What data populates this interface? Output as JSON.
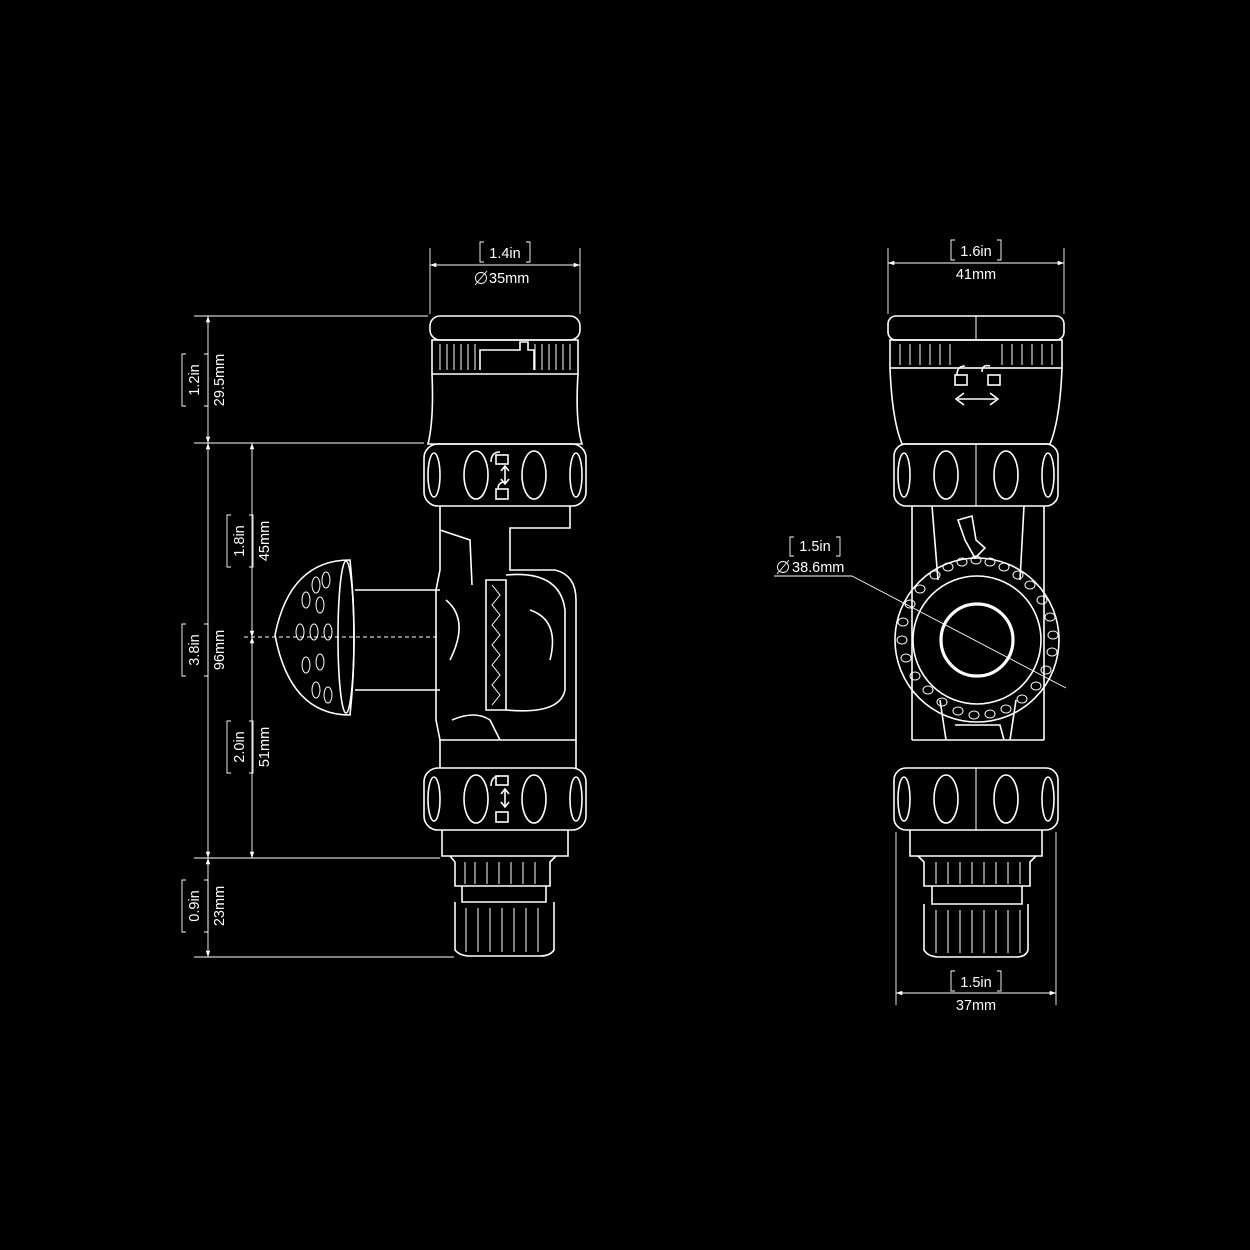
{
  "colors": {
    "background": "#000000",
    "linework": "#ffffff"
  },
  "side_view": {
    "width_in": "1.4in",
    "width_mm": "35mm",
    "top_height_in": "1.2in",
    "top_height_mm": "29.5mm",
    "total_height_in": "3.8in",
    "total_height_mm": "96mm",
    "upper_height_in": "1.8in",
    "upper_height_mm": "45mm",
    "lower_height_in": "2.0in",
    "lower_height_mm": "51mm",
    "bottom_height_in": "0.9in",
    "bottom_height_mm": "23mm"
  },
  "front_view": {
    "top_width_in": "1.6in",
    "top_width_mm": "41mm",
    "bottom_width_in": "1.5in",
    "bottom_width_mm": "37mm",
    "ball_dia_in": "1.5in",
    "ball_dia_mm": "38.6mm"
  }
}
